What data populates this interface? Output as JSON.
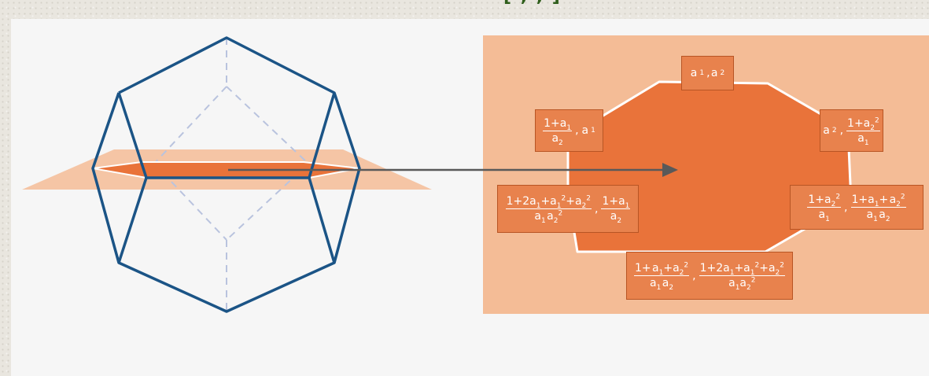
{
  "banner": {
    "text": "[ , , ]"
  },
  "colors": {
    "polytope_edge": "#1b5486",
    "hidden_edge": "#b9c3de",
    "slice_plane": "#f4bc96",
    "slice": "#e9733a",
    "octagon": "#e9733a",
    "panel": "#f4bc96",
    "label_box": "#e8824d",
    "arrow": "#595959",
    "banner_text": "#2f5e1c"
  },
  "icons": {
    "arrow": "arrow-right-icon"
  },
  "vertices": [
    {
      "id": "top",
      "math": "a<sub>1</sub>,&#8202;a<sub>2</sub>"
    },
    {
      "id": "upper-left",
      "math": "<span class=\"frac\"><span class=\"num\">1+a<sub>1</sub></span><span class=\"den\">a<sub>2</sub></span></span><span class=\"sep\">,</span>a<sub>1</sub>"
    },
    {
      "id": "upper-right",
      "math": "a<sub>2</sub><span class=\"sep\">,</span><span class=\"frac\"><span class=\"num\">1+a<sub>2</sub><sup>2</sup></span><span class=\"den\">a<sub>1</sub></span></span>"
    },
    {
      "id": "lower-left",
      "math": "<span class=\"frac\"><span class=\"num\">1+2a<sub>1</sub>+a<sub>1</sub><sup>2</sup>+a<sub>2</sub><sup>2</sup></span><span class=\"den\">a<sub>1</sub>&#8202;a<sub>2</sub><sup>2</sup></span></span><span class=\"sep\">,</span><span class=\"frac\"><span class=\"num\">1+a<sub>1</sub></span><span class=\"den\">a<sub>2</sub></span></span>"
    },
    {
      "id": "lower-right",
      "math": "<span class=\"frac\"><span class=\"num\">1+a<sub>2</sub><sup>2</sup></span><span class=\"den\">a<sub>1</sub></span></span><span class=\"sep\">,</span><span class=\"frac\"><span class=\"num\">1+a<sub>1</sub>+&#8202;a<sub>2</sub><sup>2</sup></span><span class=\"den\">a<sub>1</sub>&#8202;a<sub>2</sub></span></span>"
    },
    {
      "id": "bottom",
      "math": "<span class=\"frac\"><span class=\"num\">1+&#8202;a<sub>1</sub>+a<sub>2</sub><sup>2</sup></span><span class=\"den\">a<sub>1</sub>&#8202;a<sub>2</sub></span></span><span class=\"sep\">,</span><span class=\"frac\"><span class=\"num\">1+2a<sub>1</sub>+a<sub>1</sub><sup>2</sup>+a<sub>2</sub><sup>2</sup></span><span class=\"den\">a<sub>1</sub>a<sub>2</sub><sup>2</sup></span></span>"
    }
  ]
}
